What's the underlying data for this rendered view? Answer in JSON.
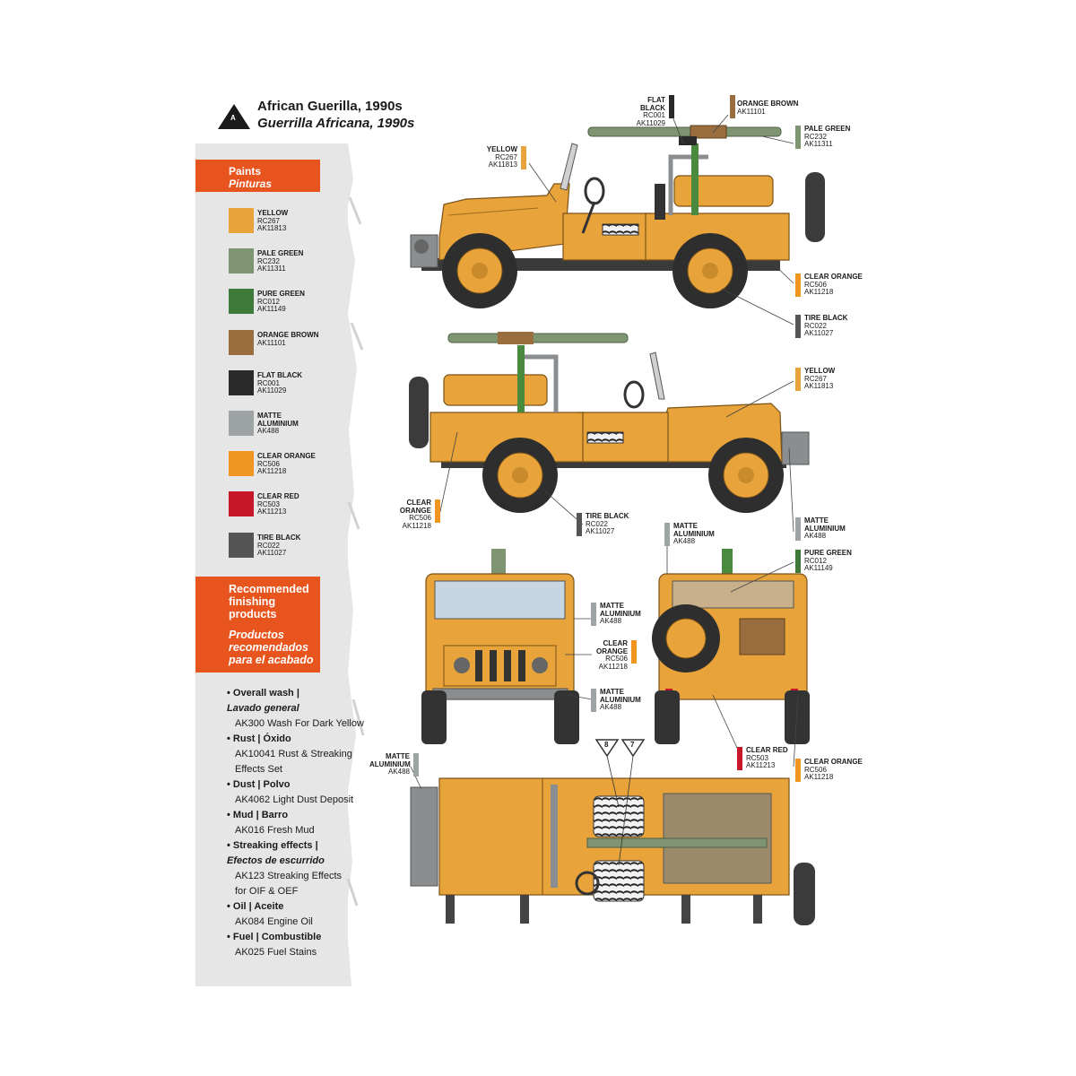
{
  "title": {
    "en": "African Guerilla, 1990s",
    "es": "Guerrilla Africana, 1990s",
    "badge": "A"
  },
  "paints_header": {
    "en": "Paints",
    "es": "Pinturas"
  },
  "paints": [
    {
      "name": "YELLOW",
      "codes": [
        "RC267",
        "AK11813"
      ],
      "color": "#e8a33a"
    },
    {
      "name": "PALE GREEN",
      "codes": [
        "RC232",
        "AK11311"
      ],
      "color": "#7f9572"
    },
    {
      "name": "PURE GREEN",
      "codes": [
        "RC012",
        "AK11149"
      ],
      "color": "#3e7a3a"
    },
    {
      "name": "ORANGE BROWN",
      "codes": [
        "AK11101"
      ],
      "color": "#9a6d3f"
    },
    {
      "name": "FLAT BLACK",
      "codes": [
        "RC001",
        "AK11029"
      ],
      "color": "#2a2a2a"
    },
    {
      "name": "MATTE ALUMINIUM",
      "codes": [
        "AK488"
      ],
      "color": "#9ea3a6"
    },
    {
      "name": "CLEAR ORANGE",
      "codes": [
        "RC506",
        "AK11218"
      ],
      "color": "#f0951f"
    },
    {
      "name": "CLEAR RED",
      "codes": [
        "RC503",
        "AK11213"
      ],
      "color": "#c8172a"
    },
    {
      "name": "TIRE BLACK",
      "codes": [
        "RC022",
        "AK11027"
      ],
      "color": "#555555"
    }
  ],
  "finishing_header": {
    "en": "Recommended finishing products",
    "es": "Productos recomendados para el acabado"
  },
  "finishing": [
    {
      "label": "• Overall wash |",
      "style": "b"
    },
    {
      "label": "Lavado general",
      "style": "i"
    },
    {
      "label": "AK300 Wash For Dark Yellow",
      "style": "p"
    },
    {
      "label": "• Rust | Óxido",
      "style": "b"
    },
    {
      "label": "AK10041 Rust & Streaking",
      "style": "p"
    },
    {
      "label": "Effects Set",
      "style": "p"
    },
    {
      "label": "• Dust | Polvo",
      "style": "b"
    },
    {
      "label": "AK4062 Light Dust Deposit",
      "style": "p"
    },
    {
      "label": "• Mud | Barro",
      "style": "b"
    },
    {
      "label": "AK016 Fresh Mud",
      "style": "p"
    },
    {
      "label": "• Streaking effects |",
      "style": "b"
    },
    {
      "label": "Efectos de escurrido",
      "style": "i"
    },
    {
      "label": "AK123 Streaking Effects",
      "style": "p"
    },
    {
      "label": "for OIF & OEF",
      "style": "p"
    },
    {
      "label": "• Oil | Aceite",
      "style": "b"
    },
    {
      "label": "AK084 Engine Oil",
      "style": "p"
    },
    {
      "label": "• Fuel | Combustible",
      "style": "b"
    },
    {
      "label": "AK025 Fuel Stains",
      "style": "p"
    }
  ],
  "callouts": {
    "flat_black": {
      "name": "FLAT BLACK",
      "codes": [
        "RC001",
        "AK11029"
      ]
    },
    "orange_brown_top": {
      "name": "ORANGE BROWN",
      "codes": [
        "AK11101"
      ]
    },
    "pale_green_top": {
      "name": "PALE GREEN",
      "codes": [
        "RC232",
        "AK11311"
      ]
    },
    "yellow_top": {
      "name": "YELLOW",
      "codes": [
        "RC267",
        "AK11813"
      ]
    },
    "clear_orange_top": {
      "name": "CLEAR ORANGE",
      "codes": [
        "RC506",
        "AK11218"
      ]
    },
    "tire_black_top": {
      "name": "TIRE BLACK",
      "codes": [
        "RC022",
        "AK11027"
      ]
    },
    "yellow_mid": {
      "name": "YELLOW",
      "codes": [
        "RC267",
        "AK11813"
      ]
    },
    "clear_orange_mid": {
      "name": "CLEAR ORANGE",
      "codes": [
        "RC506",
        "AK11218"
      ]
    },
    "tire_black_mid": {
      "name": "TIRE BLACK",
      "codes": [
        "RC022",
        "AK11027"
      ]
    },
    "matte_al_mid": {
      "name": "MATTE ALUMINIUM",
      "codes": [
        "AK488"
      ]
    },
    "matte_al_right": {
      "name": "MATTE ALUMINIUM",
      "codes": [
        "AK488"
      ]
    },
    "pure_green": {
      "name": "PURE GREEN",
      "codes": [
        "RC012",
        "AK11149"
      ]
    },
    "matte_al_front1": {
      "name": "MATTE ALUMINIUM",
      "codes": [
        "AK488"
      ]
    },
    "clear_orange_front": {
      "name": "CLEAR ORANGE",
      "codes": [
        "RC506",
        "AK11218"
      ]
    },
    "matte_al_front2": {
      "name": "MATTE ALUMINIUM",
      "codes": [
        "AK488"
      ]
    },
    "clear_red": {
      "name": "CLEAR RED",
      "codes": [
        "RC503",
        "AK11213"
      ]
    },
    "clear_orange_rear": {
      "name": "CLEAR ORANGE",
      "codes": [
        "RC506",
        "AK11218"
      ]
    },
    "matte_al_top": {
      "name": "MATTE ALUMINIUM",
      "codes": [
        "AK488"
      ]
    }
  },
  "decal_markers": [
    "8",
    "7"
  ],
  "colors": {
    "accent": "#e8541e",
    "sidebar": "#e6e6e6",
    "body_yellow": "#e8a33a"
  }
}
